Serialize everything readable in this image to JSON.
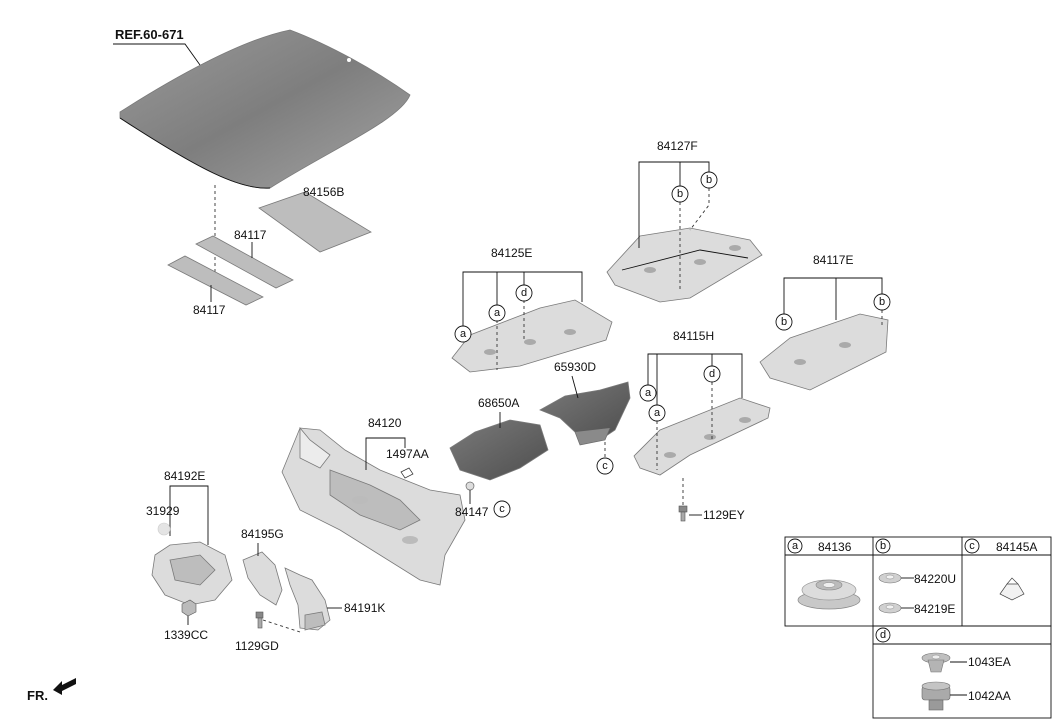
{
  "ref_label": "REF.60-671",
  "direction_label": "FR.",
  "parts": {
    "p84156B": "84156B",
    "p84117_upper": "84117",
    "p84117_lower": "84117",
    "p84127F": "84127F",
    "p84125E": "84125E",
    "p84117E": "84117E",
    "p84115H": "84115H",
    "p65930D": "65930D",
    "p68650A": "68650A",
    "p84120": "84120",
    "p1497AA": "1497AA",
    "p84147": "84147",
    "p1129EY": "1129EY",
    "p84192E": "84192E",
    "p31929": "31929",
    "p84195G": "84195G",
    "p84191K": "84191K",
    "p1339CC": "1339CC",
    "p1129GD": "1129GD"
  },
  "callouts": {
    "a": "a",
    "b": "b",
    "c": "c",
    "d": "d"
  },
  "legend": {
    "a_title": "84136",
    "b_item1": "84220U",
    "b_item2": "84219E",
    "c_title": "84145A",
    "d_item1": "1043EA",
    "d_item2": "1042AA"
  }
}
